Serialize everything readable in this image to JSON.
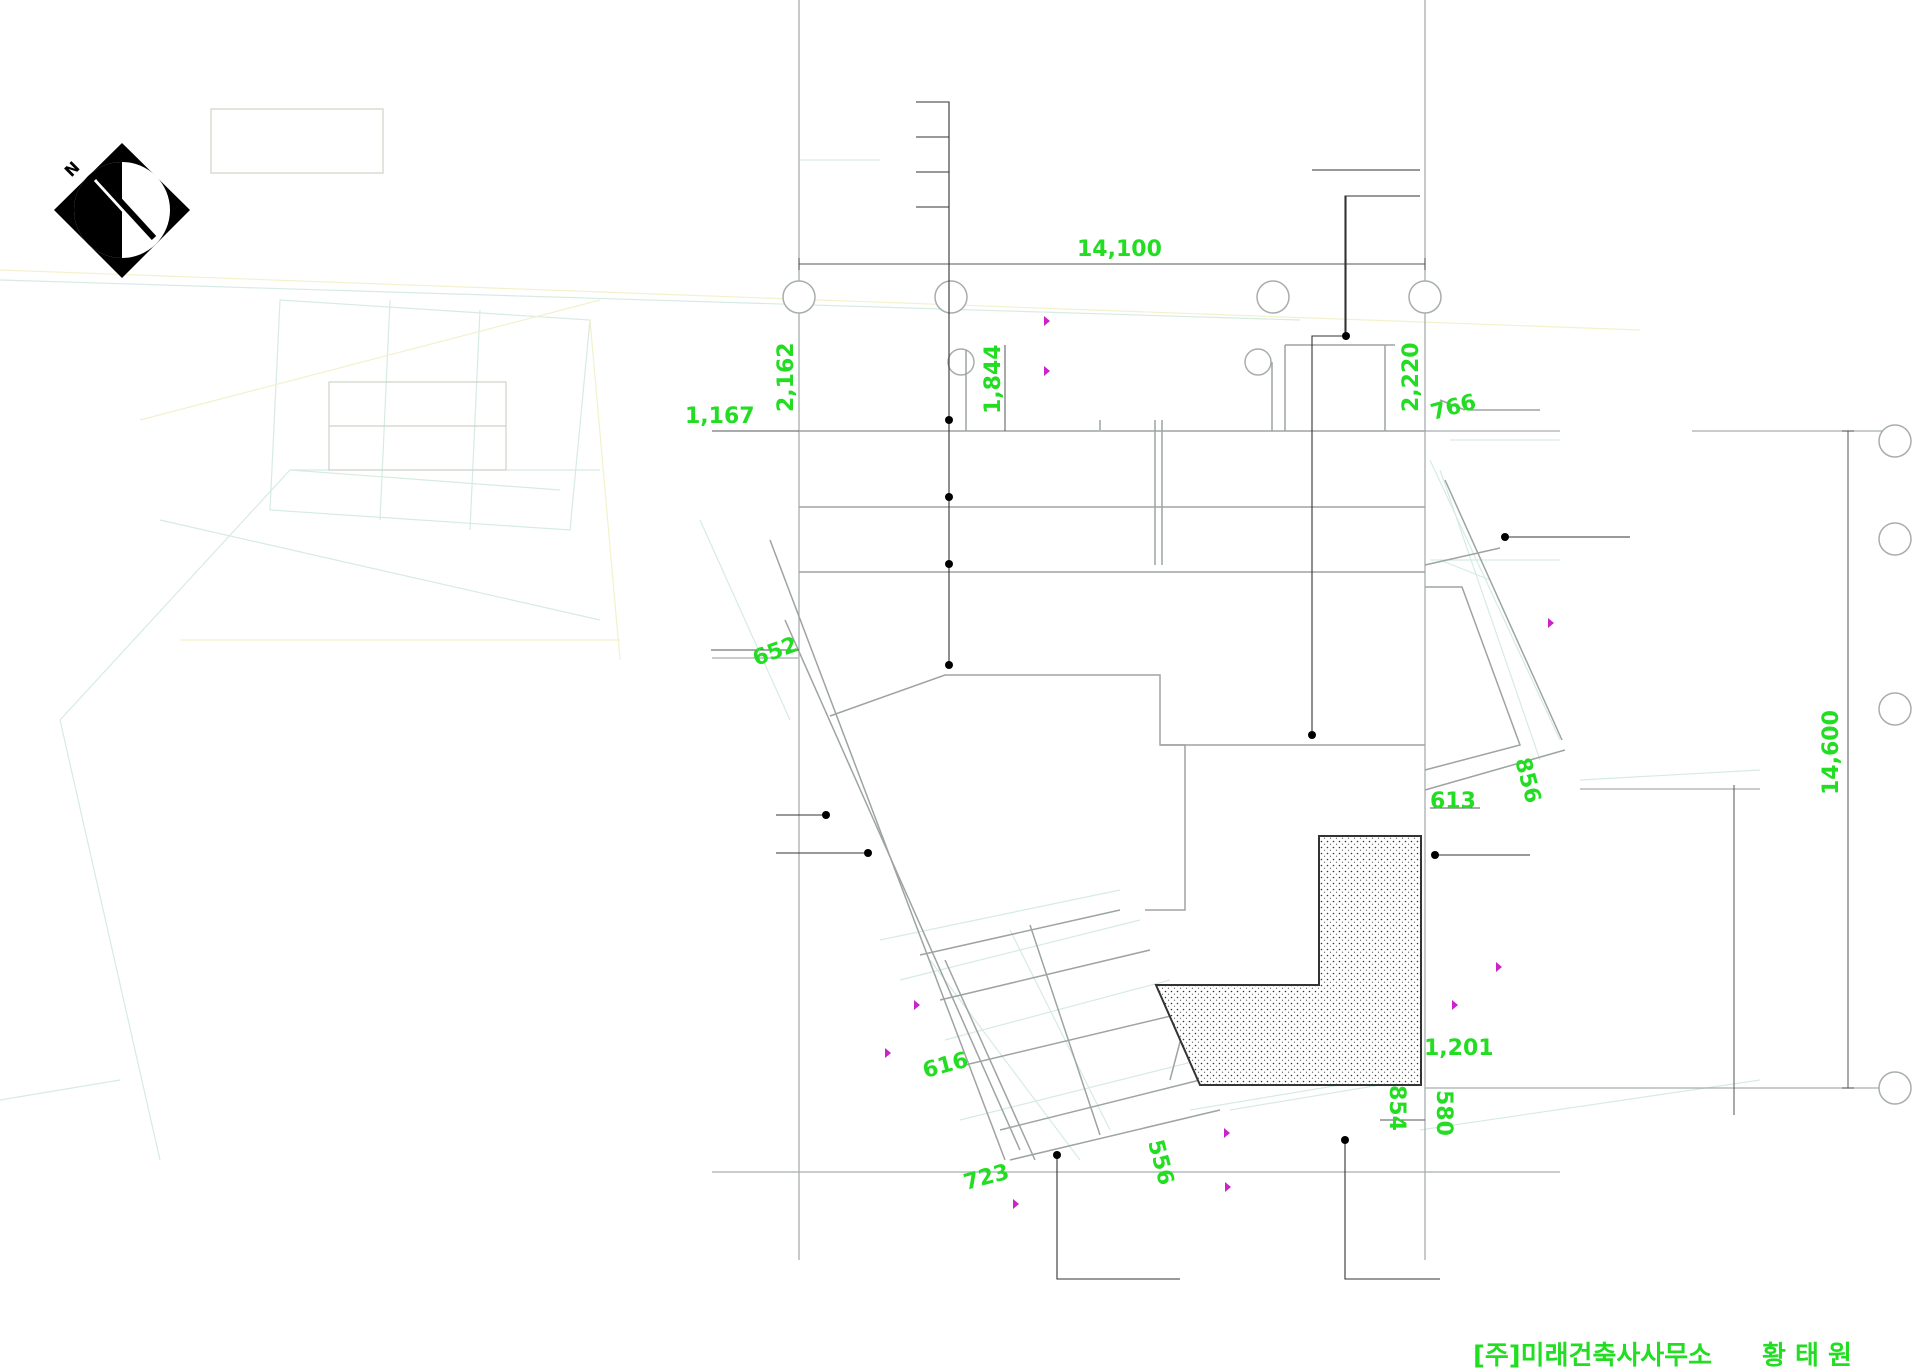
{
  "north_arrow": {
    "label": "N"
  },
  "dimensions": {
    "top_width": "14,100",
    "right_height": "14,600",
    "d_1167": "1,167",
    "d_2162": "2,162",
    "d_1844": "1,844",
    "d_2220": "2,220",
    "d_766": "766",
    "d_652": "652",
    "d_613": "613",
    "d_856": "856",
    "d_1201": "1,201",
    "d_854": "854",
    "d_580": "580",
    "d_616": "616",
    "d_723": "723",
    "d_556": "556"
  },
  "title_block": {
    "office": "[주]미래건축사사무소",
    "architect": "황 태 원"
  },
  "colors": {
    "dimension": "#22dd22",
    "faint_line": "#cfe3dd",
    "faint_yellow": "#f3f1cc",
    "grid_line": "#9aa0a0",
    "level_mark": "#cc22cc",
    "leader": "#000000"
  }
}
